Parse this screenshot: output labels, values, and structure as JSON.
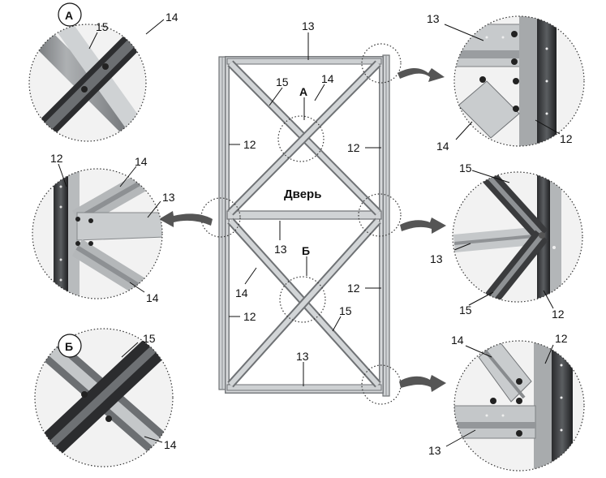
{
  "labels": {
    "part_12": "12",
    "part_13": "13",
    "part_14": "14",
    "part_15": "15",
    "door": "Дверь",
    "node_a": "А",
    "node_b": "Б"
  }
}
